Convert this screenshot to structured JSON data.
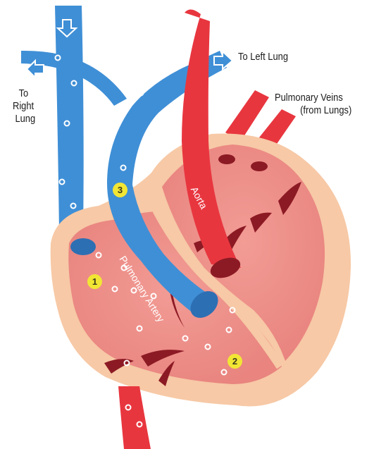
{
  "labels": {
    "to_left_lung": "To Left Lung",
    "to_right_lung": [
      "To",
      "Right",
      "Lung"
    ],
    "pulmonary_veins": [
      "Pulmonary Veins",
      "(from Lungs)"
    ],
    "pulmonary_artery": "Pulmonary Artery",
    "aorta": "Aorta"
  },
  "markers": [
    "1",
    "2",
    "3"
  ],
  "colors": {
    "background": "#ffffff",
    "deoxygenated_blue": "#3f8fd6",
    "oxygenated_red": "#e8363f",
    "heart_wall": "#f7c9a6",
    "heart_interior": "#ef8b86",
    "marker_yellow": "#f2e635"
  }
}
